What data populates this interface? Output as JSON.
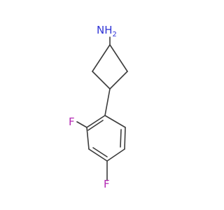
{
  "molecule": {
    "atoms": [
      {
        "id": "n1",
        "element": "N",
        "label": "NH",
        "label_sub": "2",
        "color": "#2f34d6"
      },
      {
        "id": "f1",
        "element": "F",
        "label": "F",
        "color": "#b328b3"
      },
      {
        "id": "f2",
        "element": "F",
        "label": "F",
        "color": "#b328b3"
      },
      {
        "id": "c1",
        "element": "C"
      },
      {
        "id": "c2",
        "element": "C"
      },
      {
        "id": "c3",
        "element": "C"
      },
      {
        "id": "c4",
        "element": "C"
      },
      {
        "id": "c5",
        "element": "C"
      },
      {
        "id": "c6",
        "element": "C"
      },
      {
        "id": "c7",
        "element": "C"
      },
      {
        "id": "c8",
        "element": "C"
      },
      {
        "id": "c9",
        "element": "C"
      },
      {
        "id": "c10",
        "element": "C"
      }
    ],
    "bonds": [
      {
        "from": "n1",
        "to": "c1",
        "order": 1
      },
      {
        "from": "c1",
        "to": "c2",
        "order": 1
      },
      {
        "from": "c2",
        "to": "c3",
        "order": 1
      },
      {
        "from": "c3",
        "to": "c4",
        "order": 1
      },
      {
        "from": "c4",
        "to": "c1",
        "order": 1
      },
      {
        "from": "c3",
        "to": "c5",
        "order": 1
      },
      {
        "from": "c5",
        "to": "c6",
        "order": 2
      },
      {
        "from": "c6",
        "to": "c7",
        "order": 1
      },
      {
        "from": "c7",
        "to": "c8",
        "order": 2
      },
      {
        "from": "c8",
        "to": "c9",
        "order": 1
      },
      {
        "from": "c9",
        "to": "c10",
        "order": 2
      },
      {
        "from": "c10",
        "to": "c5",
        "order": 1
      },
      {
        "from": "c6",
        "to": "f1",
        "order": 1
      },
      {
        "from": "c8",
        "to": "f2",
        "order": 1
      }
    ]
  }
}
